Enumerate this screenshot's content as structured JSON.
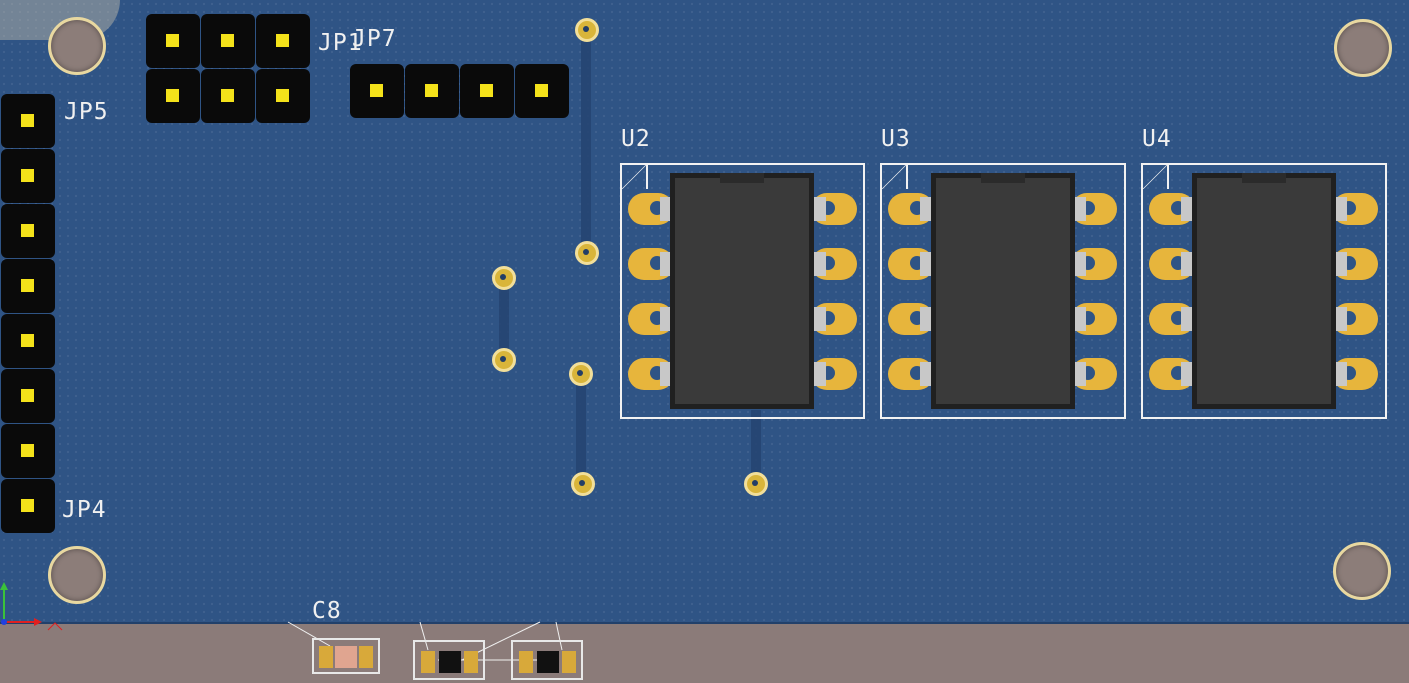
{
  "labels": {
    "jp1": "JP1",
    "jp7": "JP7",
    "jp5": "JP5",
    "jp4": "JP4",
    "u2": "U2",
    "u3": "U3",
    "u4": "U4",
    "c8": "C8"
  },
  "icons": {
    "mounting_hole": "mounting-hole-icon",
    "via": "via-icon",
    "axis": "axis-triad-icon"
  },
  "colors": {
    "board": "#2f5485",
    "pad": "#e7b53c",
    "silkscreen": "#f2f2f2",
    "header": "#0a0a0a",
    "pin": "#f4e21a",
    "ic_body": "#3a3a3a"
  }
}
